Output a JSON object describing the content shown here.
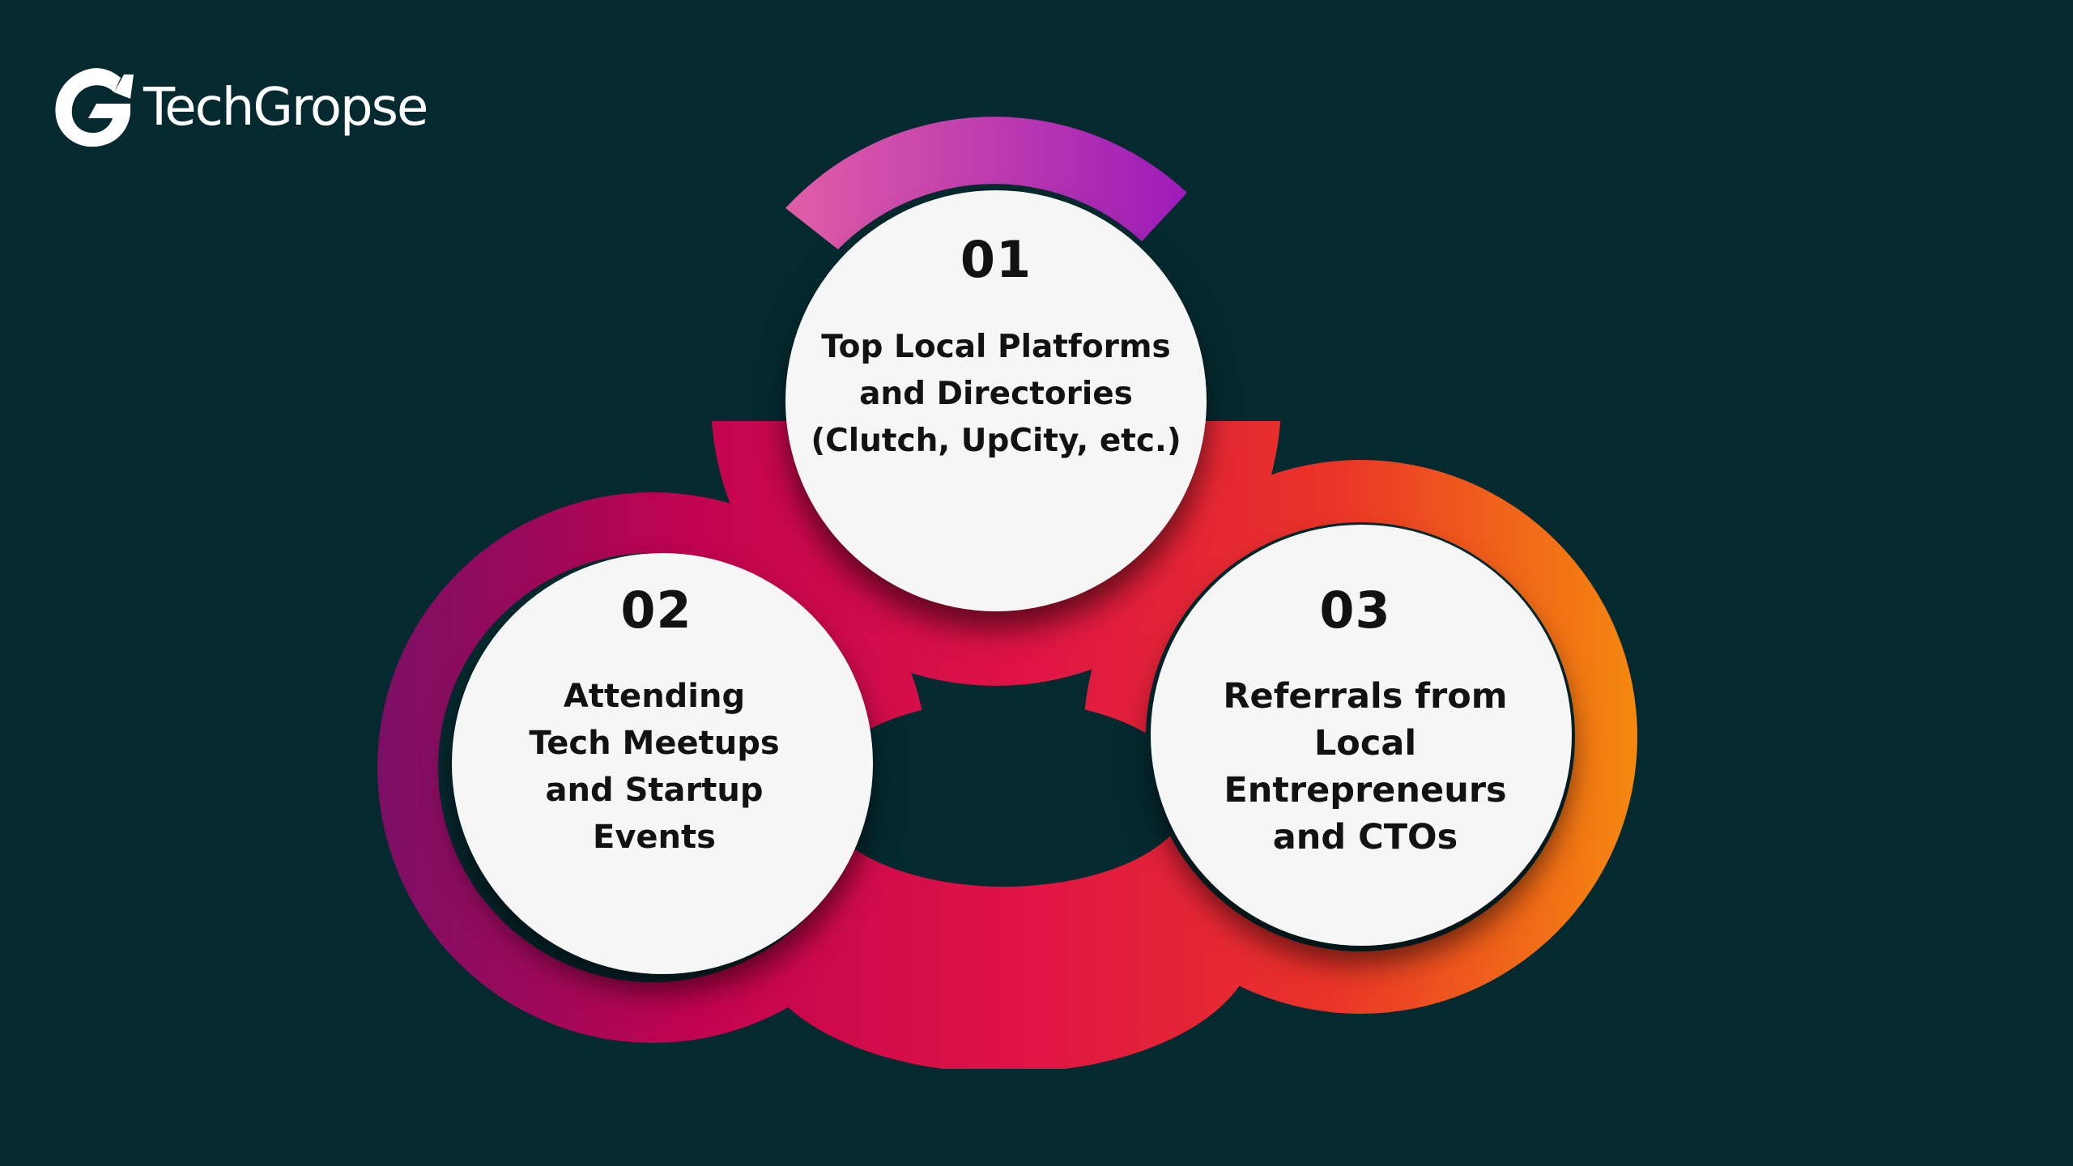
{
  "brand": {
    "name": "TechGropse",
    "logo_icon": "g-mark-icon"
  },
  "colors": {
    "background": "#042a2f",
    "node_fill": "#f6f6f6",
    "text": "#121212",
    "gradient": [
      "#7d0f63",
      "#c6004d",
      "#ea2c2f",
      "#f4860f"
    ],
    "top_arc": [
      "#dc5fa5",
      "#9a1fb9"
    ]
  },
  "steps": [
    {
      "number": "01",
      "label": "Top Local Platforms\nand Directories\n(Clutch, UpCity, etc.)"
    },
    {
      "number": "02",
      "label": "Attending\nTech Meetups\nand Startup\nEvents"
    },
    {
      "number": "03",
      "label": "Referrals from\nLocal\nEntrepreneurs\nand CTOs"
    }
  ]
}
